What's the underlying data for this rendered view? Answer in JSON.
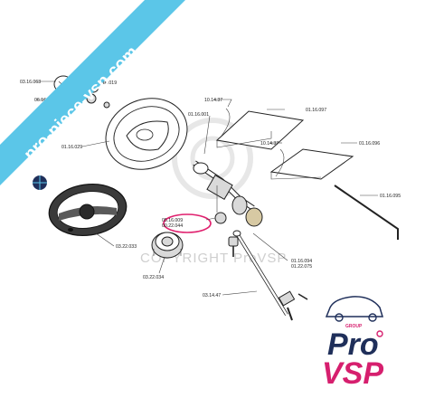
{
  "banner": {
    "text": "pro-piece-vsp.com",
    "color": "#5bc6e8"
  },
  "watermark": {
    "text": "COPYRIGHT ProVSP"
  },
  "brand": {
    "pro": "Pro",
    "vsp": "VSP",
    "group": "GROUP",
    "color_dark": "#1f2f5a",
    "color_accent": "#d61f6e"
  },
  "highlight_color": "#e0206e",
  "labels": {
    "l1": "03.16.063",
    "l2": "03.16.019",
    "l3": "06.16.036",
    "l4": "10.14.37",
    "l5": "01.16.001",
    "l6": "01.16.097",
    "l7": "01.16.029",
    "l8": "10.14.37",
    "l9": "01.16.096",
    "l10": "01.16.095",
    "l11": "05.16.009",
    "l12": "00.22.044",
    "l13": "03.22.033",
    "l14": "03.22.034",
    "l15": "01.16.094",
    "l16": "01.22.075",
    "l17": "03.14.47"
  }
}
